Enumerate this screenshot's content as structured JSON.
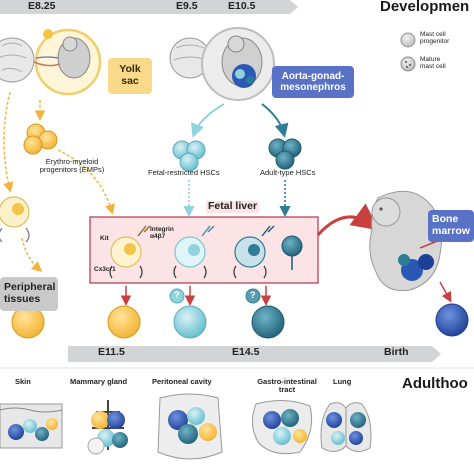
{
  "colors": {
    "yolk_sac": "#f9d98a",
    "agm": "#5a72c6",
    "fetal_liver_bg": "#fbe3e6",
    "fetal_liver_border": "#c45a6a",
    "peripheral_tissues": "#c9c9c9",
    "bone_marrow": "#5a72c6",
    "timeline": "#d2d4d6",
    "emp_orange": "#f6b93b",
    "hsc_light": "#8fd3dd",
    "hsc_teal": "#2e7d95",
    "bm_blue": "#2b57b5",
    "arrow_red": "#c8413f"
  },
  "header": {
    "development_title": "Developmen",
    "adulthood_title": "Adulthoo"
  },
  "timeline_top": {
    "stage1": "E8.25",
    "stage2": "E9.5",
    "stage3": "E10.5"
  },
  "timeline_bottom": {
    "stage1": "E11.5",
    "stage2": "E14.5",
    "stage3": "Birth"
  },
  "legend": {
    "items": [
      {
        "label_line1": "Mast cell",
        "label_line2": "progenitor",
        "icon": "progenitor-cell"
      },
      {
        "label_line1": "Mature",
        "label_line2": "mast cell",
        "icon": "mature-mast-cell"
      }
    ]
  },
  "labels": {
    "yolk_sac_line1": "Yolk",
    "yolk_sac_line2": "sac",
    "agm_line1": "Aorta-gonad-",
    "agm_line2": "mesonephros",
    "emp_line1": "Erythro-myeloid",
    "emp_line2": "progenitors (EMPs)",
    "fetal_restricted": "Fetal-restricted HSCs",
    "adult_type": "Adult-type HSCs",
    "fetal_liver": "Fetal liver",
    "kit": "Kit",
    "integrin_line1": "Integrin",
    "integrin_line2": "α4β7",
    "cx3cr1": "Cx3cr1",
    "bone_marrow_line1": "Bone",
    "bone_marrow_line2": "marrow",
    "peripheral_line1": "Peripheral",
    "peripheral_line2": "tissues",
    "question": "?"
  },
  "tissues": [
    "Skin",
    "Mammary gland",
    "Peritoneal cavity",
    "Gastro-intestinal",
    "tract",
    "Lung"
  ]
}
